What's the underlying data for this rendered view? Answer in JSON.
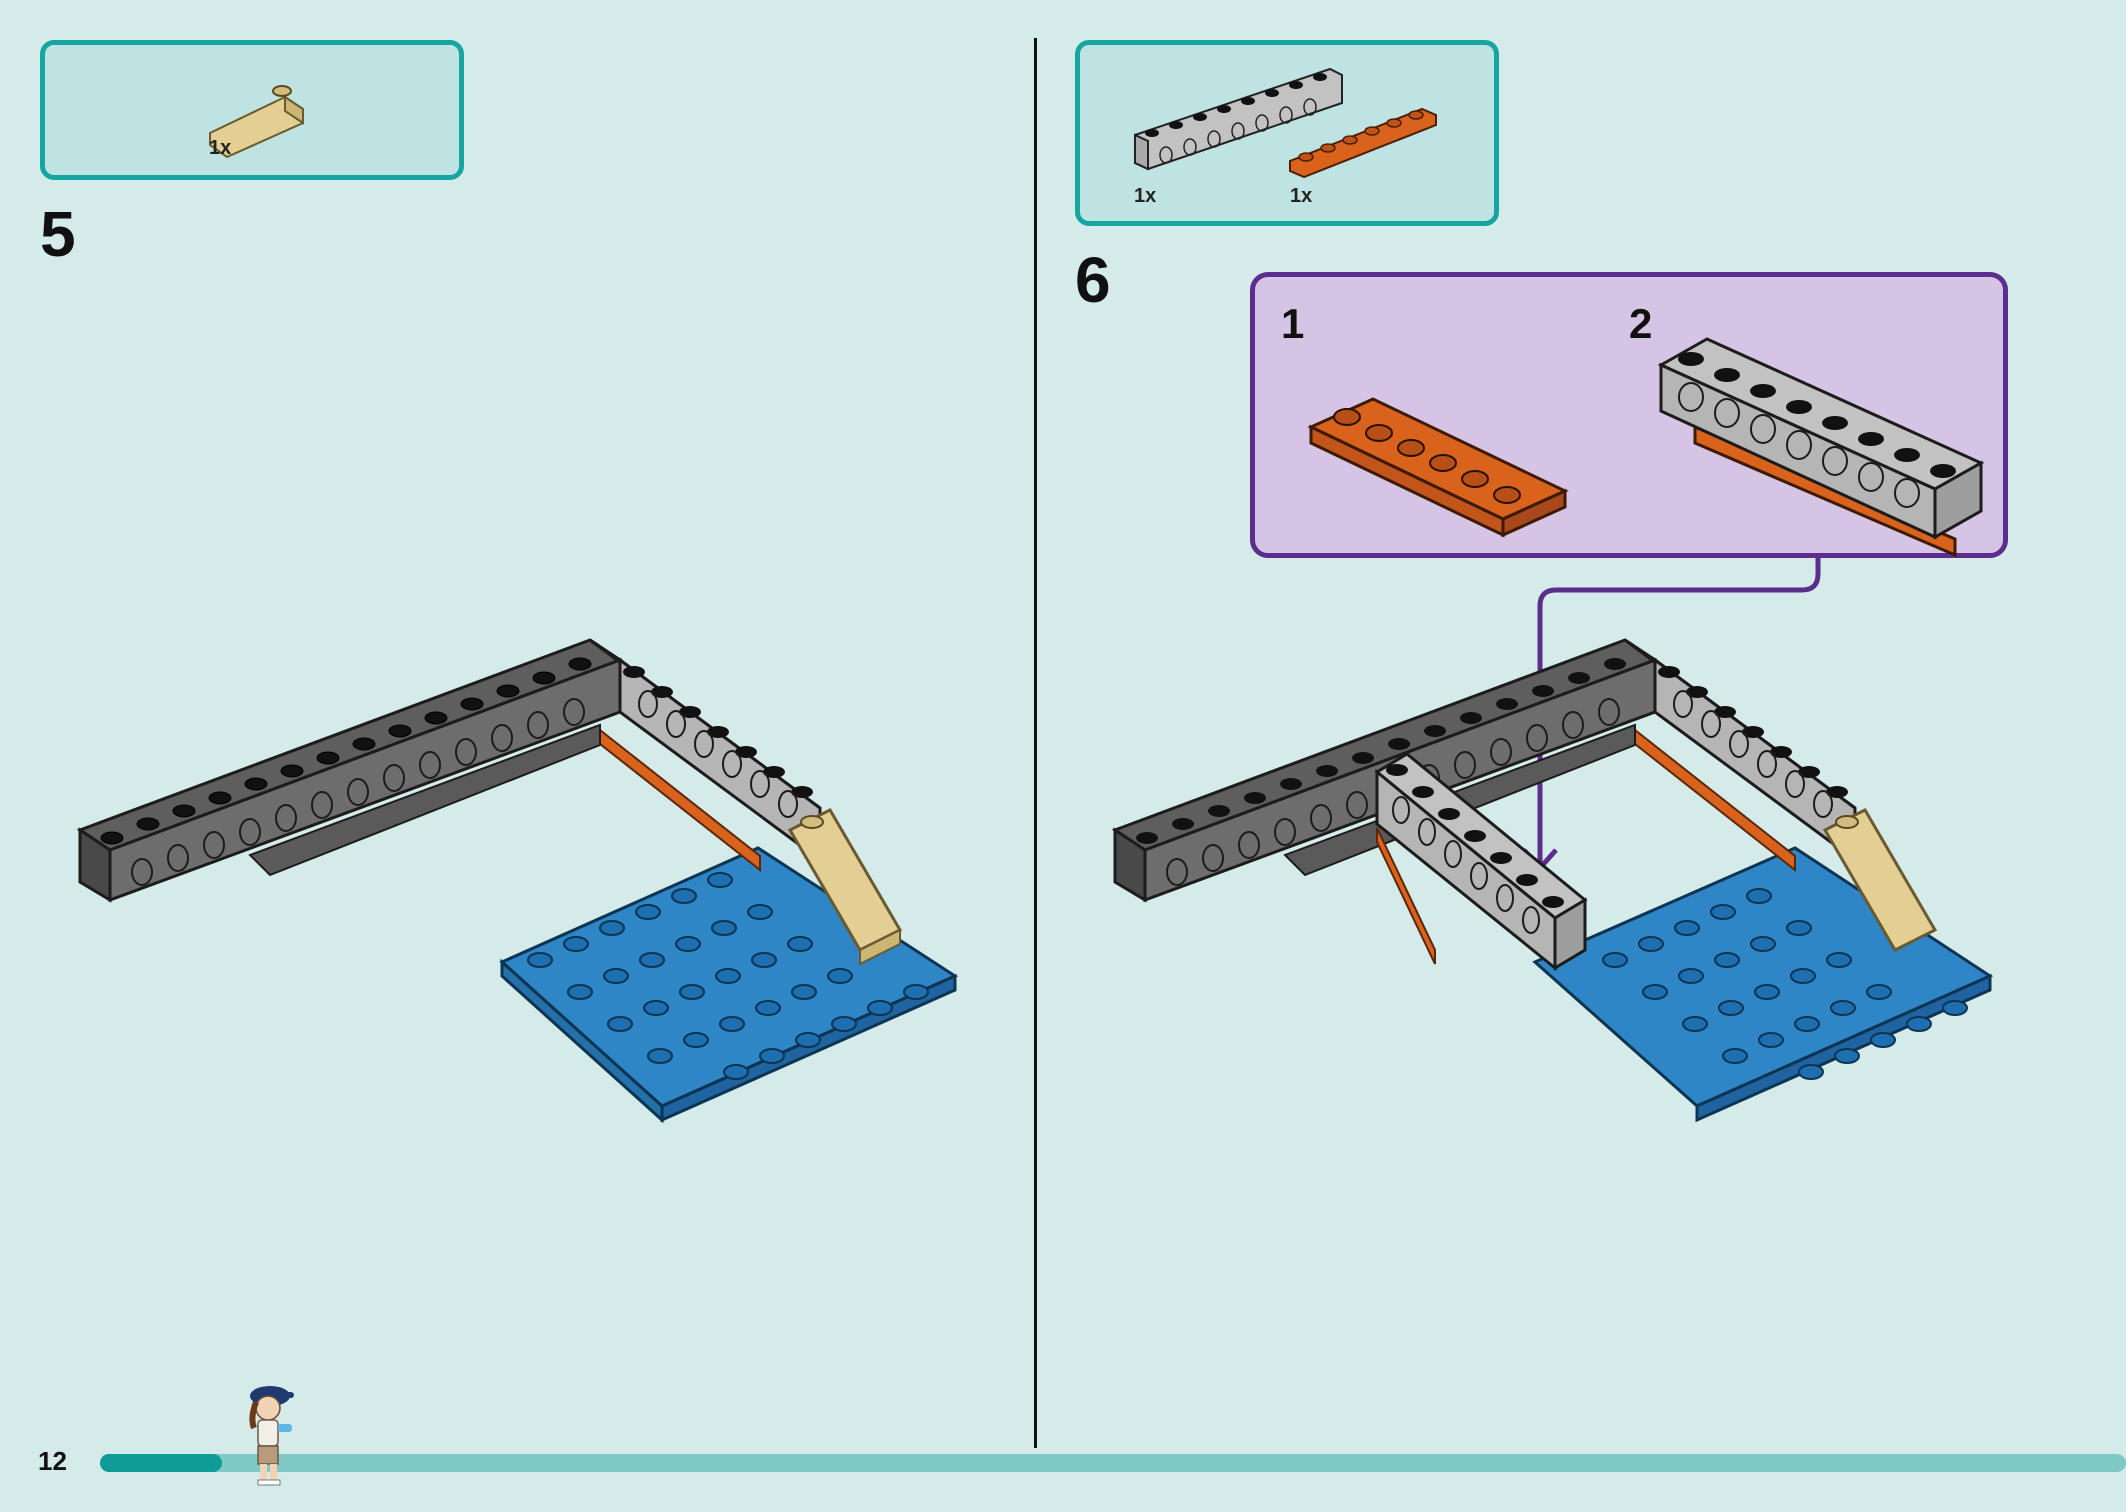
{
  "page": {
    "number": "12",
    "progress": 0.06
  },
  "steps": [
    {
      "number": "5",
      "parts": [
        {
          "name": "tan slope brick",
          "qty": "1x"
        }
      ]
    },
    {
      "number": "6",
      "parts": [
        {
          "name": "light gray technic brick",
          "qty": "1x"
        },
        {
          "name": "orange plate",
          "qty": "1x"
        }
      ],
      "sub_steps": [
        {
          "number": "1"
        },
        {
          "number": "2"
        }
      ]
    }
  ],
  "colors": {
    "background": "#d5ebea",
    "parts_box_border": "#16a6a2",
    "sub_box_border": "#5b2d8c",
    "progress_fill": "#0f9c97",
    "dark_gray": "#5e5e5e",
    "light_gray": "#b5b5b5",
    "orange": "#d9621d",
    "blue": "#2e86c6",
    "tan": "#e3cf93"
  }
}
